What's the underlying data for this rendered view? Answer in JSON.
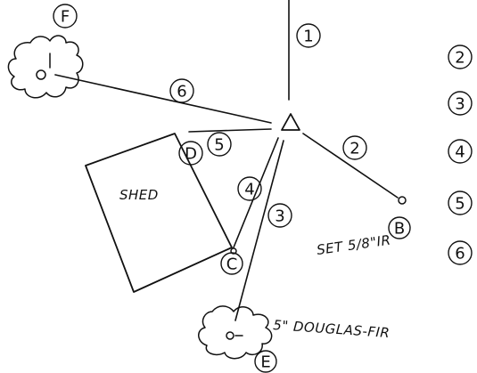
{
  "diagram": {
    "line_labels": [
      "1",
      "2",
      "3",
      "4",
      "5",
      "6"
    ],
    "point_labels": {
      "B": "B",
      "C": "C",
      "D": "D",
      "E": "E",
      "F": "F"
    },
    "shed_label": "SHED",
    "set_label": "SET 5/8\"IR",
    "tree_label": "5\" DOUGLAS-FIR",
    "legend_numbers": [
      "2",
      "3",
      "4",
      "5",
      "6"
    ]
  }
}
